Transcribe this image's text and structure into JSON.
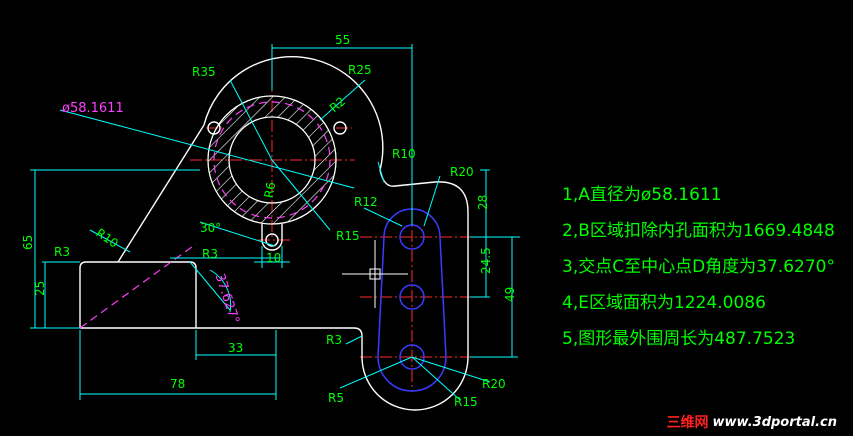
{
  "dimensions": {
    "d55": "55",
    "r35": "R35",
    "r25": "R25",
    "phi": "ø58.1611",
    "r10a": "R10",
    "r20a": "R20",
    "r12": "R12",
    "r15a": "R15",
    "r6": "R6",
    "r3a": "R3",
    "r3b": "R3",
    "r10b": "R10",
    "ang30": "30°",
    "ang": "37.627°",
    "d10": "10",
    "d65": "65",
    "d25": "25",
    "d33": "33",
    "d78": "78",
    "d28": "28",
    "d245": "24.5",
    "d49": "49",
    "r3c": "R3",
    "r5": "R5",
    "r15b": "R15",
    "r20b": "R20",
    "r2": "R2"
  },
  "notes": [
    "1,A直径为ø58.1611",
    "2,B区域扣除内孔面积为1669.4848",
    "3,交点C至中心点D角度为37.6270°",
    "4,E区域面积为1224.0086",
    "5,图形最外围周长为487.7523"
  ],
  "watermark": {
    "cn": "三维网",
    "url": "www.3dportal.cn"
  }
}
